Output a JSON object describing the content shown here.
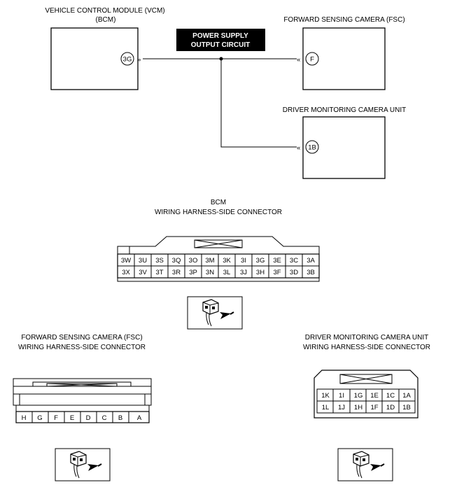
{
  "modules": {
    "vcm": {
      "title_line1": "VEHICLE CONTROL MODULE (VCM)",
      "title_line2": "(BCM)",
      "terminal": "3G"
    },
    "fsc": {
      "title": "FORWARD SENSING CAMERA (FSC)",
      "terminal": "F"
    },
    "dmc": {
      "title": "DRIVER MONITORING CAMERA UNIT",
      "terminal": "1B"
    }
  },
  "circuit_label": {
    "line1": "POWER SUPPLY",
    "line2": "OUTPUT CIRCUIT"
  },
  "bcm_connector": {
    "title_line1": "BCM",
    "title_line2": "WIRING HARNESS-SIDE CONNECTOR",
    "row1": [
      "3W",
      "3U",
      "3S",
      "3Q",
      "3O",
      "3M",
      "3K",
      "3I",
      "3G",
      "3E",
      "3C",
      "3A"
    ],
    "row2": [
      "3X",
      "3V",
      "3T",
      "3R",
      "3P",
      "3N",
      "3L",
      "3J",
      "3H",
      "3F",
      "3D",
      "3B"
    ]
  },
  "fsc_connector": {
    "title_line1": "FORWARD SENSING CAMERA (FSC)",
    "title_line2": "WIRING HARNESS-SIDE CONNECTOR",
    "pins": [
      "H",
      "G",
      "F",
      "E",
      "D",
      "C",
      "B",
      "A"
    ]
  },
  "dmc_connector": {
    "title_line1": "DRIVER MONITORING CAMERA UNIT",
    "title_line2": "WIRING HARNESS-SIDE CONNECTOR",
    "row1": [
      "1K",
      "1I",
      "1G",
      "1E",
      "1C",
      "1A"
    ],
    "row2": [
      "1L",
      "1J",
      "1H",
      "1F",
      "1D",
      "1B"
    ]
  },
  "icons": [
    "connector-view-icon"
  ]
}
